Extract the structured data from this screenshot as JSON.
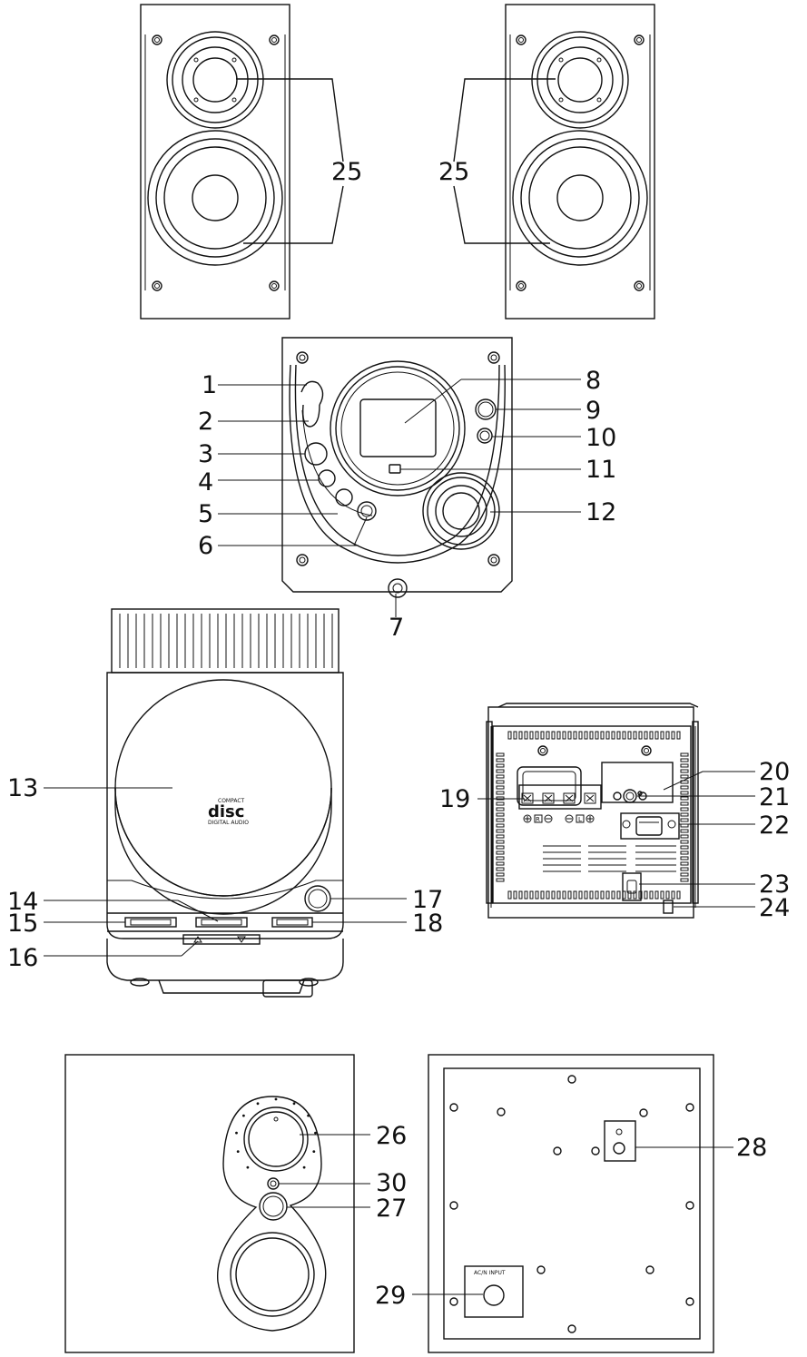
{
  "callouts": {
    "c1": "1",
    "c2": "2",
    "c3": "3",
    "c4": "4",
    "c5": "5",
    "c6": "6",
    "c7": "7",
    "c8": "8",
    "c9": "9",
    "c10": "10",
    "c11": "11",
    "c12": "12",
    "c13": "13",
    "c14": "14",
    "c15": "15",
    "c16": "16",
    "c17": "17",
    "c18": "18",
    "c19": "19",
    "c20": "20",
    "c21": "21",
    "c22": "22",
    "c23": "23",
    "c24": "24",
    "c25": "25",
    "c26": "26",
    "c27": "27",
    "c28": "28",
    "c29": "29",
    "c30": "30"
  },
  "rear_panel_marks": {
    "r": "R",
    "l": "L"
  },
  "subwoofer_rear": {
    "ac_input": "AC/N INPUT"
  },
  "logos": {
    "compact_disc_small": "COMPACT",
    "compact_disc_main": "disc",
    "compact_disc_sub": "DIGITAL AUDIO"
  }
}
